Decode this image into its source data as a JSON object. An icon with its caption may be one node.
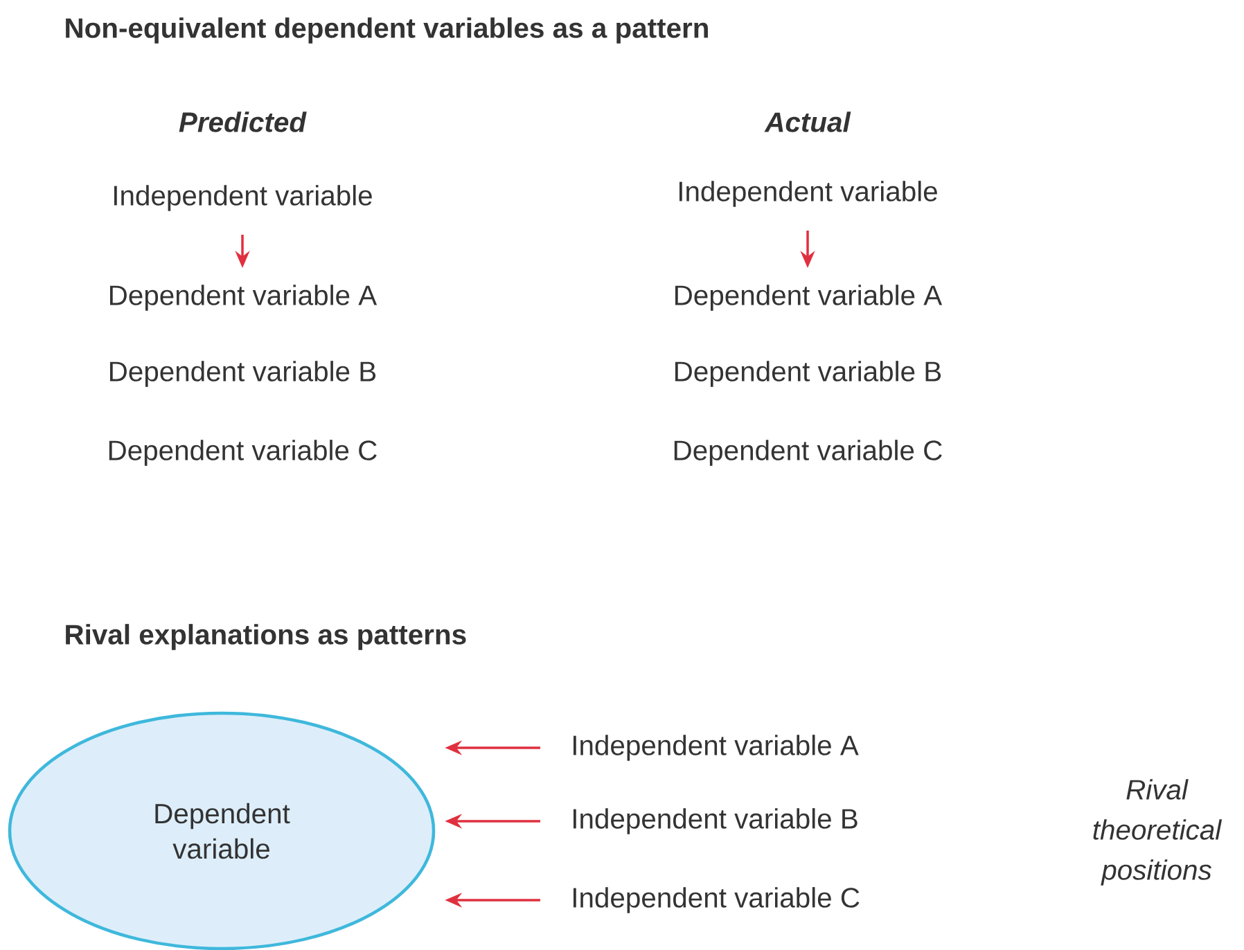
{
  "diagram": {
    "title": "Non-equivalent dependent variables as a pattern",
    "nodes": [
      {
        "text": [
          "Independent variable"
        ]
      },
      {
        "text": [
          "Dependent variable A"
        ]
      },
      {
        "text": [
          "Dependent variable B"
        ]
      },
      {
        "text": [
          "Dependent variable C"
        ]
      },
      {
        "text": [
          "Independent variable"
        ]
      },
      {
        "text": [
          "Dependent variable A"
        ]
      },
      {
        "text": [
          "Dependent variable B"
        ]
      },
      {
        "text": [
          "Dependent variable C"
        ]
      },
      {
        "text": [
          "Dependent variable"
        ]
      },
      {
        "text": [
          "Independent variable A"
        ]
      },
      {
        "text": [
          "Independent variable B"
        ]
      },
      {
        "text": [
          "Independent variable C"
        ]
      }
    ],
    "edges": [
      {
        "from": 0,
        "to": 1,
        "arrow": "to"
      },
      {
        "from": 4,
        "to": 5,
        "arrow": "to"
      },
      {
        "from": 9,
        "to": 8,
        "arrow": "to"
      },
      {
        "from": 10,
        "to": 8,
        "arrow": "to"
      },
      {
        "from": 11,
        "to": 8,
        "arrow": "to"
      }
    ],
    "labels": [
      "Predicted",
      "Actual",
      "Rival explanations as patterns",
      "Rival theoretical positions"
    ]
  }
}
